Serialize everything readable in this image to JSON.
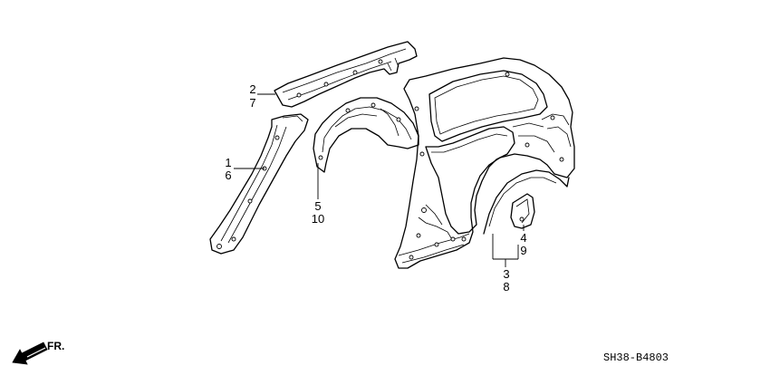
{
  "callouts": {
    "part_2": "2",
    "part_7": "7",
    "part_1": "1",
    "part_6": "6",
    "part_5": "5",
    "part_10": "10",
    "part_4": "4",
    "part_9": "9",
    "part_3": "3",
    "part_8": "8"
  },
  "direction": {
    "label": "FR.",
    "icon": "front-direction-arrow-icon"
  },
  "diagram_code": "SH38-B4803"
}
